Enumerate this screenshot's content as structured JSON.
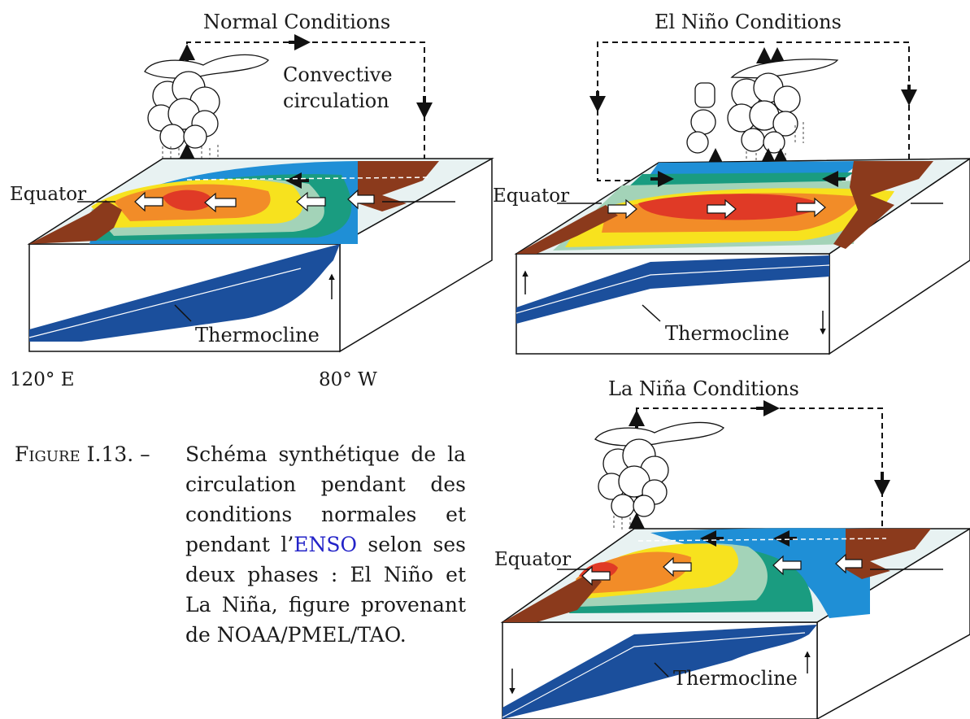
{
  "panels": {
    "normal": {
      "title": "Normal Conditions",
      "convective_1": "Convective",
      "convective_2": "circulation",
      "equator": "Equator",
      "thermocline": "Thermocline",
      "lon_west": "120° E",
      "lon_east": "80° W"
    },
    "elnino": {
      "title": "El Niño Conditions",
      "equator": "Equator",
      "thermocline": "Thermocline"
    },
    "lanina": {
      "title": "La Niña Conditions",
      "equator": "Equator",
      "thermocline": "Thermocline"
    }
  },
  "caption": {
    "label": "Figure I.13. –",
    "text_before": "Schéma synthétique de la circulation pendant des conditions normales et pendant l’",
    "link": "ENSO",
    "text_after": " selon ses deux phases : El Niño et La Niña, figure provenant de NOAA/PMEL/TAO."
  },
  "colors": {
    "warmest": "#e03a26",
    "warm": "#f28c28",
    "mild": "#f7e21e",
    "cool": "#a3d3b8",
    "cooler": "#1a9c80",
    "coldest": "#1f8fd6",
    "land": "#8b3a1c",
    "thermocline": "#1b4f9c"
  }
}
